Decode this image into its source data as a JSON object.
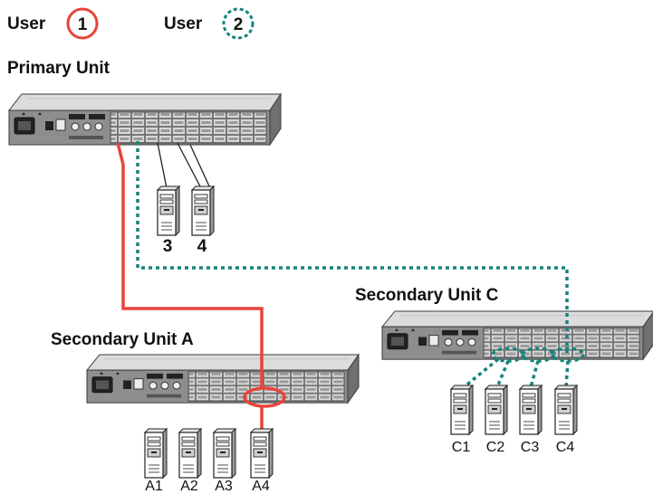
{
  "legend": {
    "user1_label": "User",
    "user1_number": "1",
    "user2_label": "User",
    "user2_number": "2"
  },
  "units": {
    "primary": "Primary Unit",
    "secondary_a": "Secondary Unit A",
    "secondary_c": "Secondary Unit C"
  },
  "computers": {
    "primary": [
      "3",
      "4"
    ],
    "secondary_a": [
      "A1",
      "A2",
      "A3",
      "A4"
    ],
    "secondary_c": [
      "C1",
      "C2",
      "C3",
      "C4"
    ]
  },
  "colors": {
    "user1": "#e8443a",
    "user2": "#17847c",
    "chassis_top": "#dcdcdc",
    "chassis_front": "#8e8e8e",
    "outline": "#3a3a3a"
  }
}
